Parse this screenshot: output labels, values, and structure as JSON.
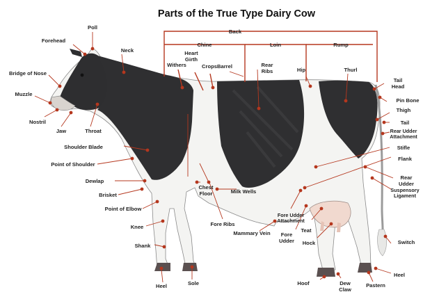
{
  "title": "Parts of the True Type Dairy Cow",
  "accent_color": "#b5371e",
  "labels": {
    "poll": "Poll",
    "forehead": "Forehead",
    "neck": "Neck",
    "bridge_of_nose": "Bridge of Nose",
    "muzzle": "Muzzle",
    "nostril": "Nostril",
    "jaw": "Jaw",
    "throat": "Throat",
    "shoulder_blade": "Shoulder Blade",
    "point_of_shoulder": "Point of Shoulder",
    "dewlap": "Dewlap",
    "brisket": "Brisket",
    "point_of_elbow": "Point of Elbow",
    "knee": "Knee",
    "shank": "Shank",
    "heel_front": "Heel",
    "sole": "Sole",
    "back": "Back",
    "chine": "Chine",
    "loin": "Loin",
    "rump": "Rump",
    "withers": "Withers",
    "heart_girth": "Heart Girth",
    "crops": "Crops",
    "barrel": "Barrel",
    "rear_ribs": "Rear Ribs",
    "hip": "Hip",
    "thurl": "Thurl",
    "tail_head": "Tail Head",
    "pin_bone": "Pin Bone",
    "thigh": "Thigh",
    "tail": "Tail",
    "rear_udder_attachment": "Rear Udder Attachment",
    "stifle": "Stifle",
    "flank": "Flank",
    "rear_udder": "Rear Udder",
    "suspensory_ligament": "Suspensory Ligament",
    "chest_floor": "Chest Floor",
    "fore_ribs": "Fore Ribs",
    "milk_wells": "Milk Wells",
    "mammary_vein": "Mammary Vein",
    "fore_udder_attachment": "Fore Udder Attachment",
    "fore_udder": "Fore Udder",
    "teat": "Teat",
    "hock": "Hock",
    "switch": "Switch",
    "hoof": "Hoof",
    "dew_claw": "Dew Claw",
    "pastern": "Pastern",
    "heel_rear": "Heel"
  }
}
